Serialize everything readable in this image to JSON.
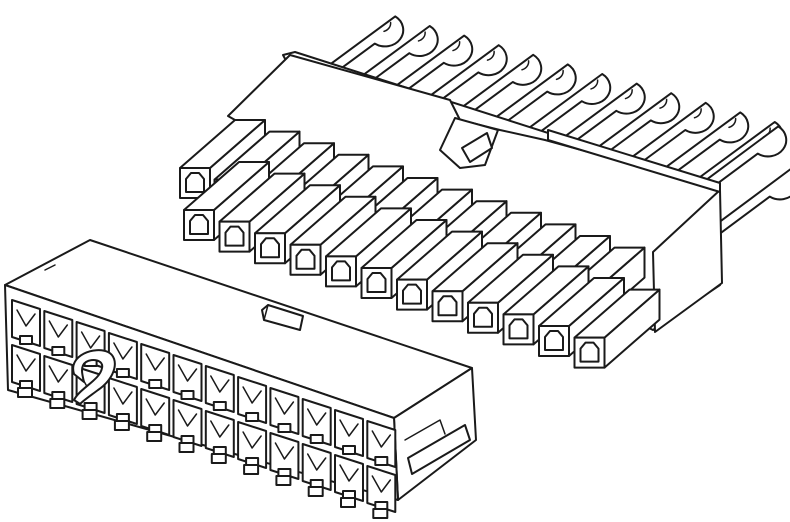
{
  "figure": {
    "line_color": "#1a1a1a",
    "background": "#ffffff"
  },
  "plug": {
    "wire_count": 12,
    "pin_columns": 12,
    "pin_rows": 2
  },
  "receptacle": {
    "cavity_columns": 12,
    "cavity_rows": 2
  }
}
